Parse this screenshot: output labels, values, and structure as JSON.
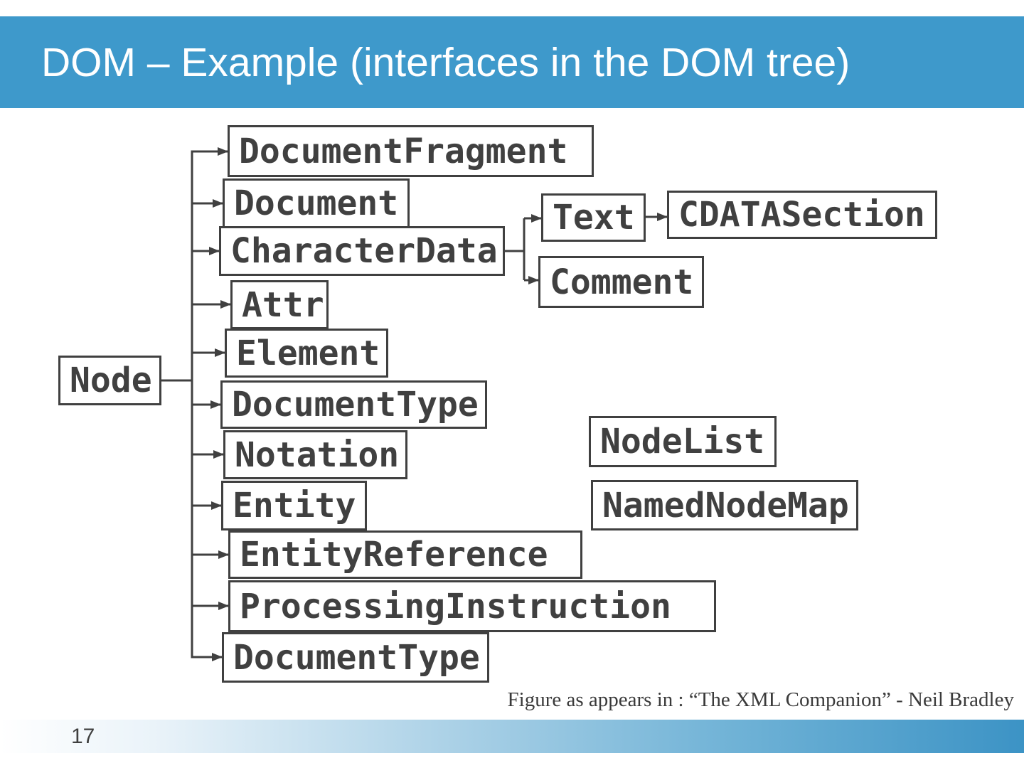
{
  "slide": {
    "title": "DOM – Example (interfaces in the DOM tree)",
    "caption": "Figure as appears in : “The XML Companion” - Neil Bradley",
    "page_number": "17"
  },
  "colors": {
    "header_bar": "#3e99cb",
    "box_border": "#404040",
    "box_text": "#404040",
    "connector": "#404040",
    "footer_gradient_end": "#3c93c5",
    "background": "#ffffff"
  },
  "diagram": {
    "boxes": {
      "node": "Node",
      "document_fragment": "DocumentFragment",
      "document": "Document",
      "character_data": "CharacterData",
      "attr": "Attr",
      "element": "Element",
      "document_type_top": "DocumentType",
      "notation": "Notation",
      "entity": "Entity",
      "entity_reference": "EntityReference",
      "processing_instruction": "ProcessingInstruction",
      "document_type_bottom": "DocumentType",
      "text": "Text",
      "cdata_section": "CDATASection",
      "comment": "Comment",
      "node_list": "NodeList",
      "named_node_map": "NamedNodeMap"
    },
    "relations": {
      "node_children": [
        "DocumentFragment",
        "Document",
        "CharacterData",
        "Attr",
        "Element",
        "DocumentType",
        "Notation",
        "Entity",
        "EntityReference",
        "ProcessingInstruction",
        "DocumentType"
      ],
      "character_data_children": [
        "Text",
        "Comment"
      ],
      "text_children": [
        "CDATASection"
      ],
      "standalone": [
        "NodeList",
        "NamedNodeMap"
      ]
    }
  }
}
